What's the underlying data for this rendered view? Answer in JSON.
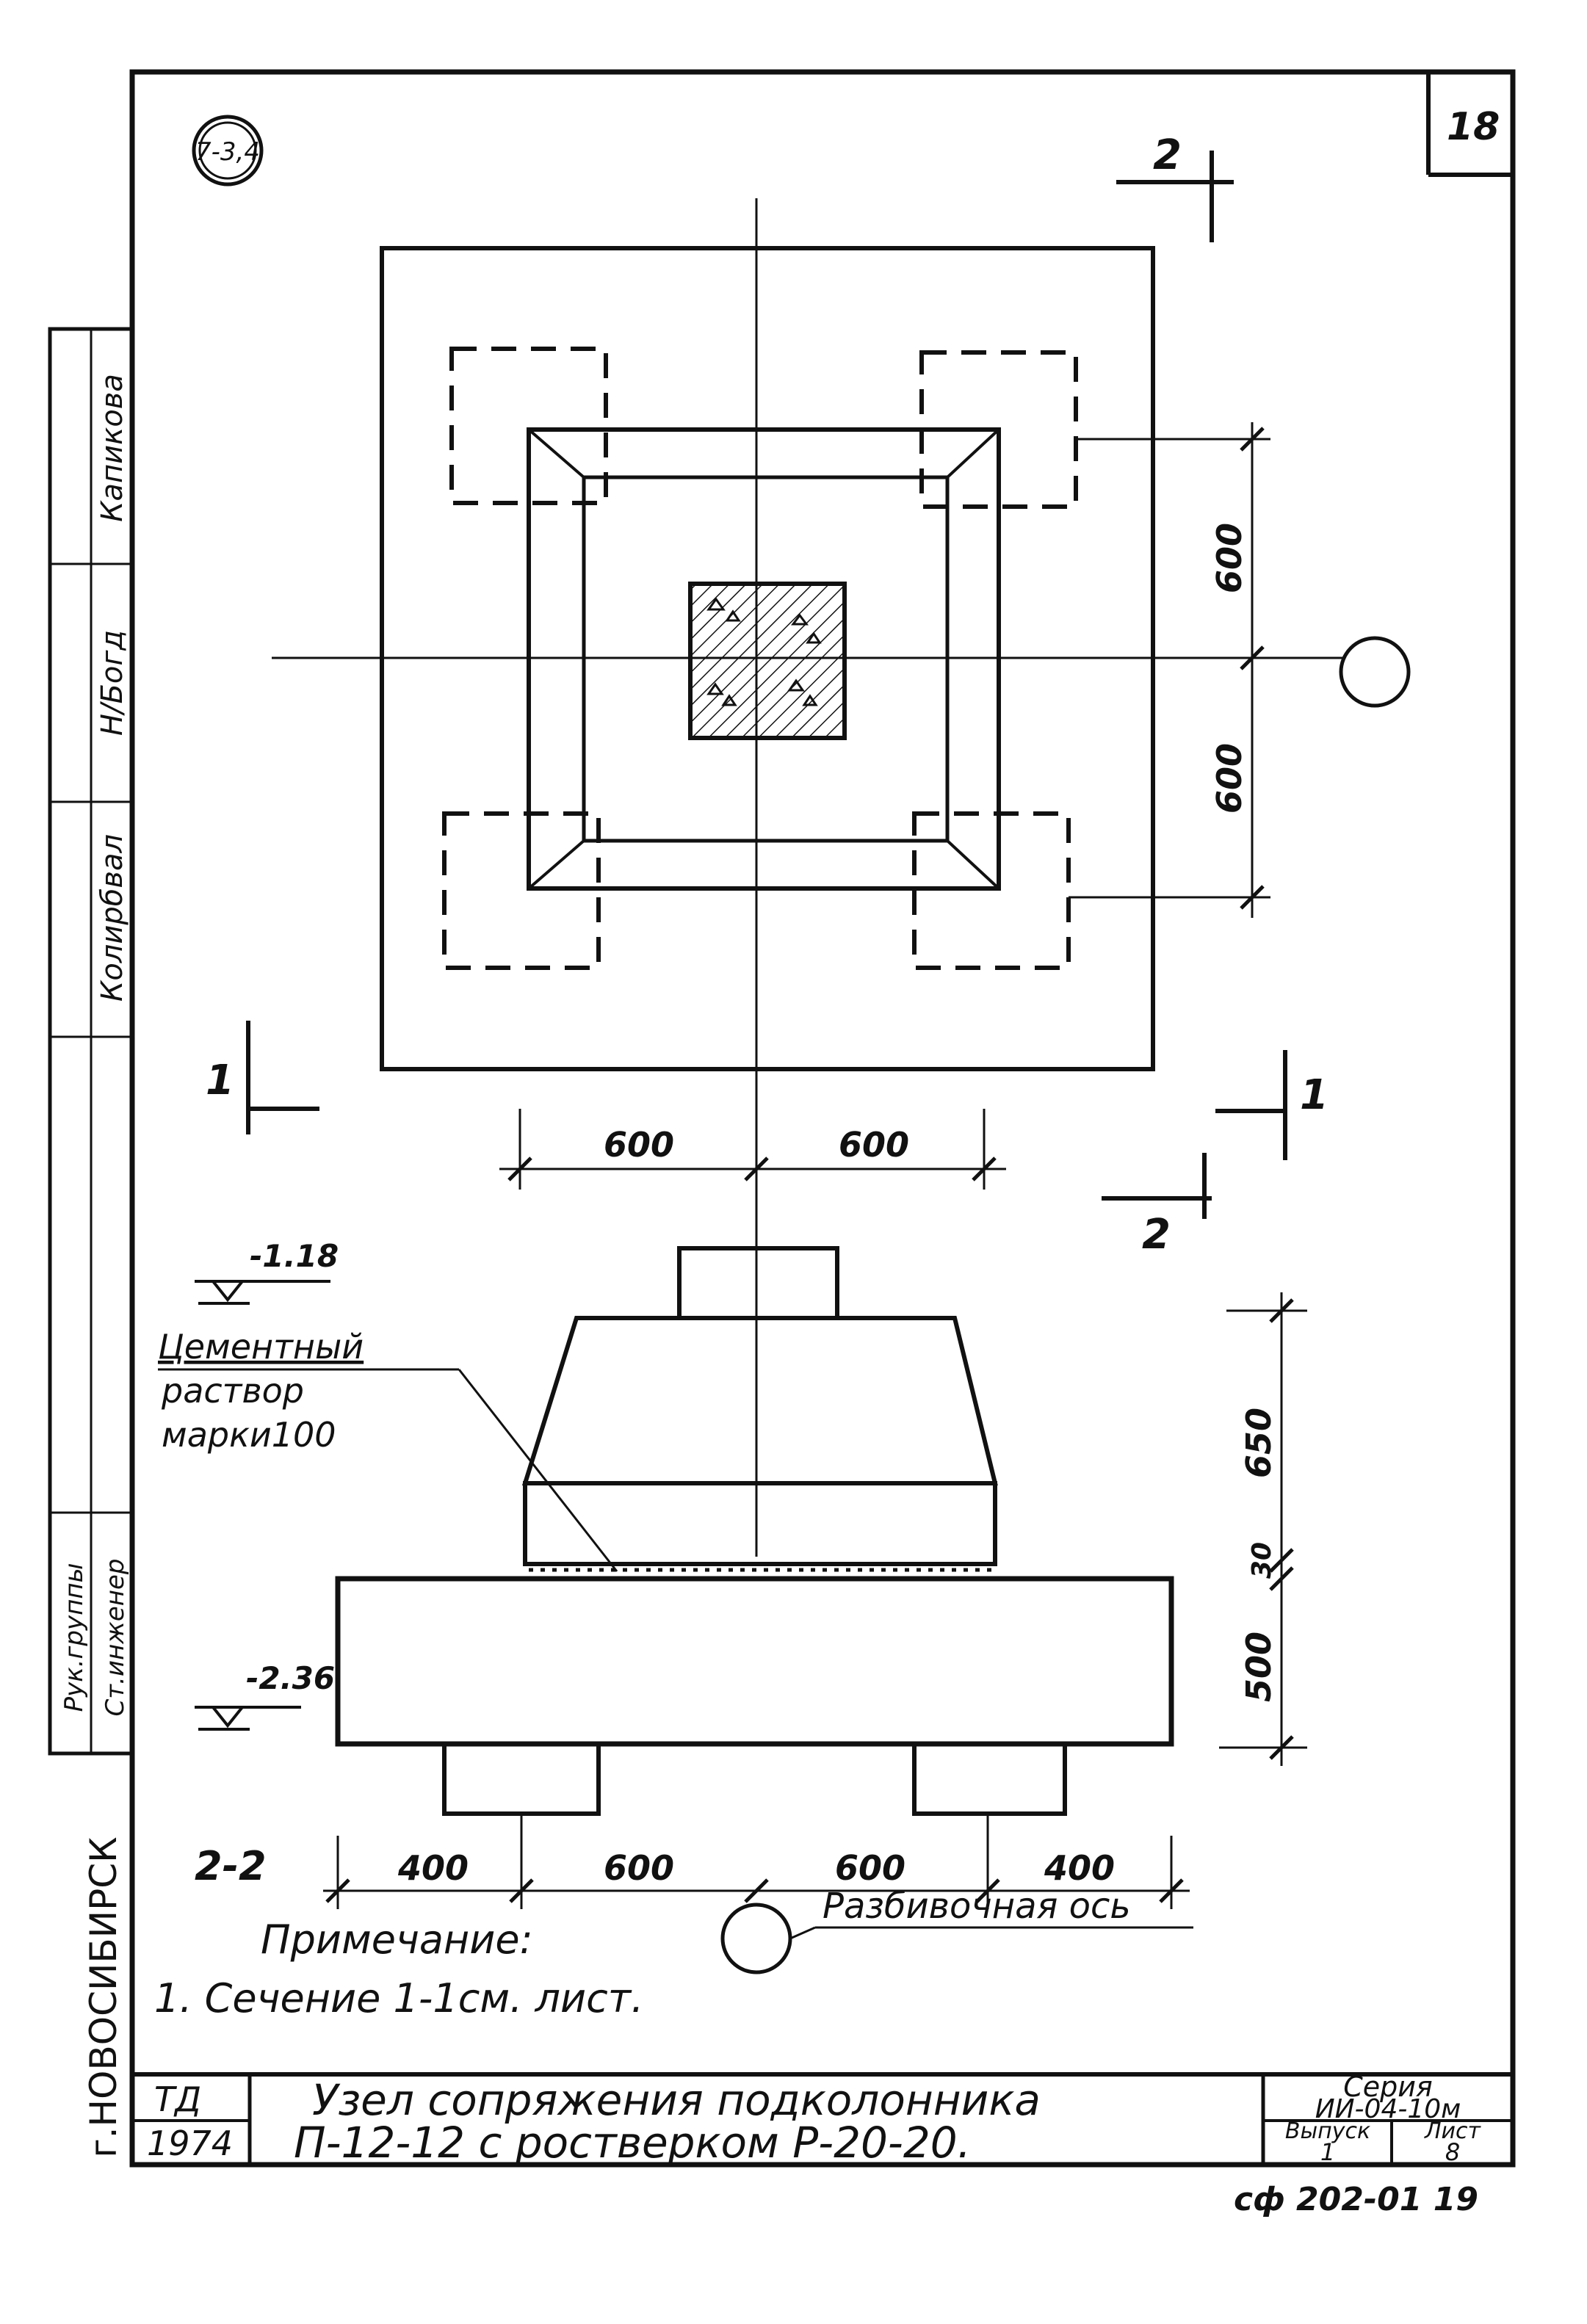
{
  "sheet": {
    "sheet_number": "18",
    "node_mark": "7-3,4"
  },
  "plan": {
    "dim_right_top": "600",
    "dim_right_bottom": "600",
    "dim_bottom_left": "600",
    "dim_bottom_right": "600",
    "section_1_left": "1",
    "section_1_right": "1",
    "section_2_top": "2",
    "section_2_bottom": "2"
  },
  "section": {
    "title": "2-2",
    "level_top": "-1.18",
    "level_bottom": "-2.36",
    "mortar_label": [
      "Цементный",
      "раствор",
      "марки100"
    ],
    "dim_650": "650",
    "dim_30": "30",
    "dim_500": "500",
    "bottom_dims": [
      "400",
      "600",
      "600",
      "400"
    ],
    "axis_label": "Разбивочная ось"
  },
  "note": {
    "heading": "Примечание:",
    "line1": "1. Сечение  1-1см. лист."
  },
  "side_stamp": {
    "names": [
      "Капикова",
      "Н/Богд",
      "Колирбвал"
    ],
    "roles": [
      "Рук.группы",
      "Ст.инженер"
    ],
    "city": "г.НОВОСИБИРСК"
  },
  "title_block": {
    "org": "ТД",
    "year": "1974",
    "title_line1": "Узел  сопряжения  подколонника",
    "title_line2": "П-12-12 с  ростверком  Р-20-20.",
    "series_label": "Серия",
    "series_value": "ИИ-04-10м",
    "issue_label": "Выпуск",
    "issue_value": "1",
    "sheet_label": "Лист",
    "sheet_value": "8"
  },
  "footer_code": "сф 202-01 19"
}
